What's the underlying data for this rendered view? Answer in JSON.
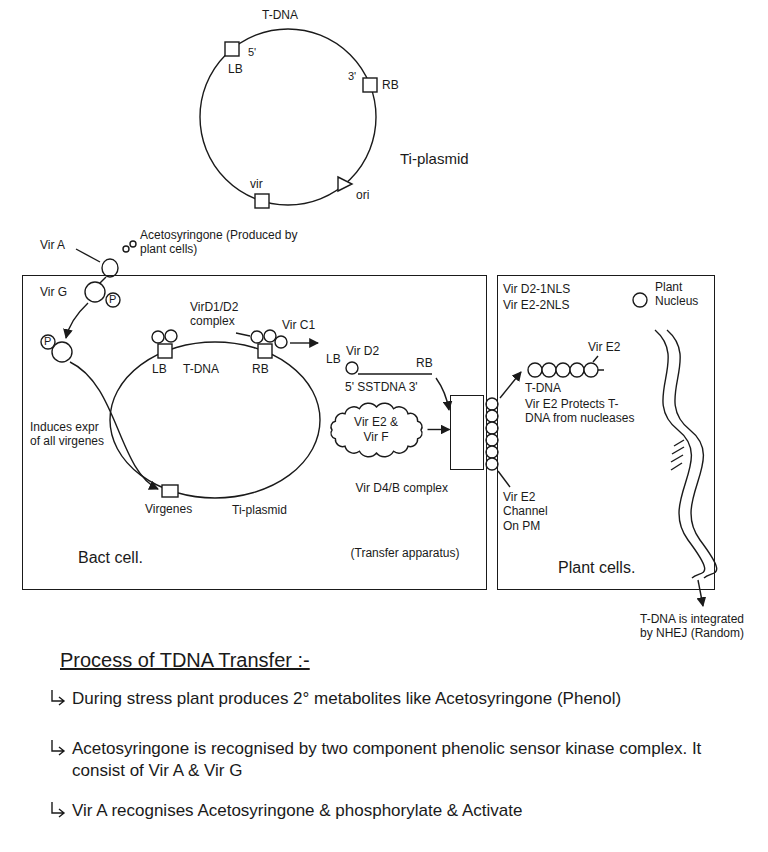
{
  "diagram": {
    "title": "Process of TDNA Transfer :-",
    "nodes": [
      {
        "text": [
          "Bact cell."
        ]
      },
      {
        "text": [
          "Vir E2 & Vir F"
        ],
        "in": 0
      },
      {
        "text": [
          "Vir D4/B complex",
          "(Transfer apparatus)"
        ],
        "in": 0
      },
      {
        "text": [
          "Plant cells."
        ]
      }
    ],
    "edges": [
      {
        "from": 1,
        "to": 2,
        "arrow": "to"
      }
    ],
    "labels": [
      "T-DNA",
      "LB",
      "5'",
      "3'",
      "RB",
      "vir",
      "ori",
      "Ti-plasmid",
      "Vir A",
      "Acetosyringone (Produced by plant cells)",
      "Vir G",
      "P",
      "VirD1/D2 complex",
      "Vir C1",
      "LB",
      "Vir D2",
      "RB",
      "5' SSTDNA 3'",
      "LB",
      "T-DNA",
      "RB",
      "P",
      "Induces expr of all virgenes",
      "Virgenes",
      "Ti-plasmid",
      "Vir D2-1NLS",
      "Vir E2-2NLS",
      "Plant Nucleus",
      "Vir E2",
      "T-DNA",
      "Vir E2 Protects T-DNA from nucleases",
      "Vir E2 Channel On PM",
      "T-DNA is integrated by NHEJ (Random)",
      "During stress plant produces 2° metabolites like Acetosyringone (Phenol)",
      "Acetosyringone is recognised by two component phenolic sensor kinase complex. It consist of Vir A & Vir G",
      "Vir A recognises Acetosyringone & phosphorylate & Activate"
    ]
  }
}
